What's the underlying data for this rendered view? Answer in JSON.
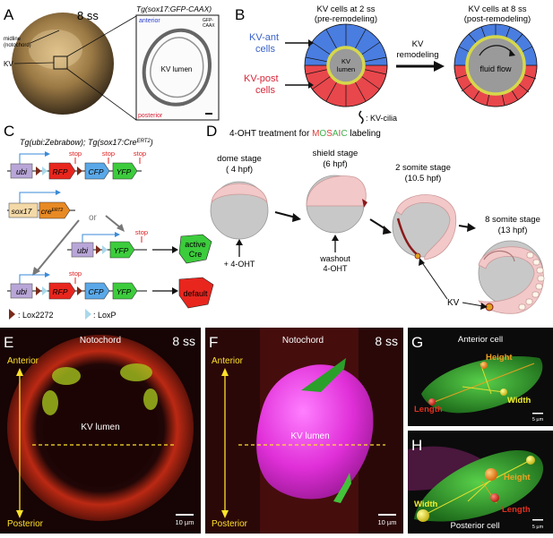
{
  "panelA": {
    "letter": "A",
    "stage": "8 ss",
    "title": "Tg(sox17:GFP-CAAX)",
    "midline_1": "midline",
    "midline_2": "(notochord)",
    "kv": "KV",
    "anterior": "anterior",
    "posterior": "posterior",
    "gfp_1": "GFP-",
    "gfp_2": "CAAX",
    "lumen": "KV lumen"
  },
  "panelB": {
    "letter": "B",
    "pre_1": "KV cells at 2 ss",
    "pre_2": "(pre-remodeling)",
    "post_1": "KV cells at 8 ss",
    "post_2": "(post-remodeling)",
    "ant_1": "KV-ant",
    "ant_2": "cells",
    "post_cells_1": "KV-post",
    "post_cells_2": "cells",
    "remod_1": "KV",
    "remod_2": "remodeling",
    "lumen_1": "KV",
    "lumen_2": "lumen",
    "fluid": "fluid flow",
    "cilia": ": KV-cilia",
    "colors": {
      "ant": "#4a7de0",
      "post": "#e8474c",
      "cilia": "#d6d84a"
    }
  },
  "panelC": {
    "letter": "C",
    "title": "Tg(ubi:Zebrabow); Tg(sox17:Cre",
    "title_sup": "ERT2",
    "title_end": ")",
    "ubi": "ubi",
    "rfp": "RFP",
    "cfp": "CFP",
    "yfp": "YFP",
    "stop": "stop",
    "sox17": "sox17",
    "cre": "cre",
    "cre_sup": "ERT2",
    "or": "or",
    "active_1": "active",
    "active_2": "Cre",
    "default": "default",
    "lox2272": ": Lox2272",
    "loxp": ": LoxP"
  },
  "panelD": {
    "letter": "D",
    "title_pre": "4-OHT treatment for ",
    "mosaic": [
      "M",
      "O",
      "S",
      "A",
      "I",
      "C"
    ],
    "mosaic_colors": [
      "#e03b3b",
      "#3bb34a",
      "#e03b3b",
      "#3bb34a",
      "#e03b3b",
      "#3bb34a"
    ],
    "title_post": " labeling",
    "dome_1": "dome stage",
    "dome_2": "( 4 hpf)",
    "shield_1": "shield stage",
    "shield_2": "(6 hpf)",
    "somite2_1": "2 somite stage",
    "somite2_2": "(10.5 hpf)",
    "somite8_1": "8 somite stage",
    "somite8_2": "(13 hpf)",
    "ohmt": "+ 4-OHT",
    "washout_1": "washout",
    "washout_2": "4-OHT",
    "kv": "KV"
  },
  "panelE": {
    "letter": "E",
    "notochord": "Notochord",
    "stage": "8 ss",
    "anterior": "Anterior",
    "posterior": "Posterior",
    "lumen": "KV lumen",
    "scale": "10 µm"
  },
  "panelF": {
    "letter": "F",
    "notochord": "Notochord",
    "stage": "8 ss",
    "anterior": "Anterior",
    "posterior": "Posterior",
    "lumen": "KV lumen",
    "scale": "10 µm"
  },
  "panelG": {
    "letter": "G",
    "title": "Anterior cell",
    "height": "Height",
    "length": "Length",
    "width": "Width",
    "scale": "5 µm"
  },
  "panelH": {
    "letter": "H",
    "title": "Posterior cell",
    "height": "Height",
    "length": "Length",
    "width": "Width",
    "scale": "5 µm"
  }
}
